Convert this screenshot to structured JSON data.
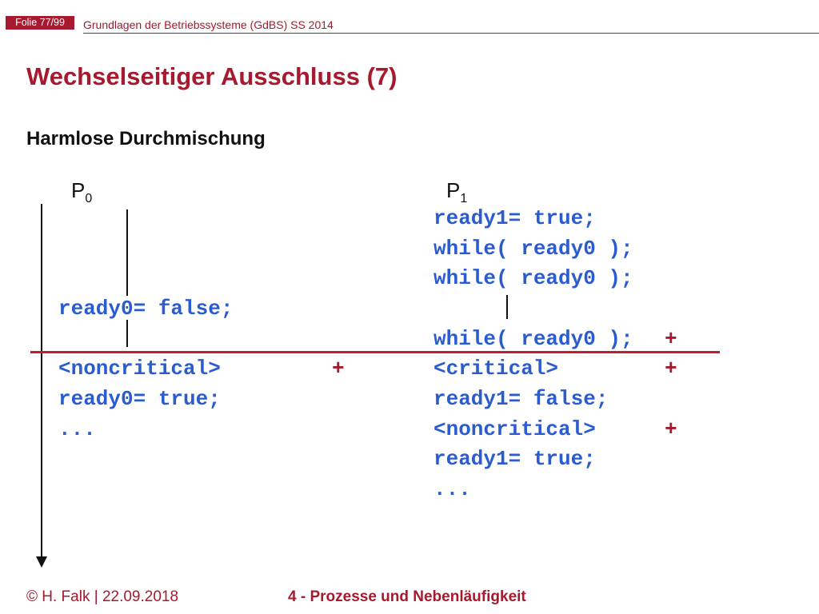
{
  "header": {
    "slide_badge": "Folie 77/99",
    "course": "Grundlagen der Betriebssysteme (GdBS) SS 2014"
  },
  "title": "Wechselseitiger Ausschluss (7)",
  "subtitle": "Harmlose Durchmischung",
  "processes": {
    "p0": {
      "name": "P",
      "sub": "0"
    },
    "p1": {
      "name": "P",
      "sub": "1"
    }
  },
  "p0_lines": {
    "ready_false": "ready0= false;",
    "noncritical": "<noncritical>",
    "ready_true": "ready0= true;",
    "ellipsis": "..."
  },
  "p1_lines": {
    "ready_true_1": "ready1= true;",
    "while_1": "while( ready0 );",
    "while_2": "while( ready0 );",
    "while_3": "while( ready0 );",
    "critical": "<critical>",
    "ready_false": "ready1= false;",
    "noncritical": "<noncritical>",
    "ready_true_2": "ready1= true;",
    "ellipsis": "..."
  },
  "markers": {
    "plus": "+"
  },
  "footer": {
    "author_date": "© H. Falk | 22.09.2018",
    "chapter": "4 - Prozesse und Nebenläufigkeit"
  },
  "colors": {
    "accent": "#a6192e",
    "code": "#2b5ccf",
    "cut_line": "#c21d2f"
  }
}
